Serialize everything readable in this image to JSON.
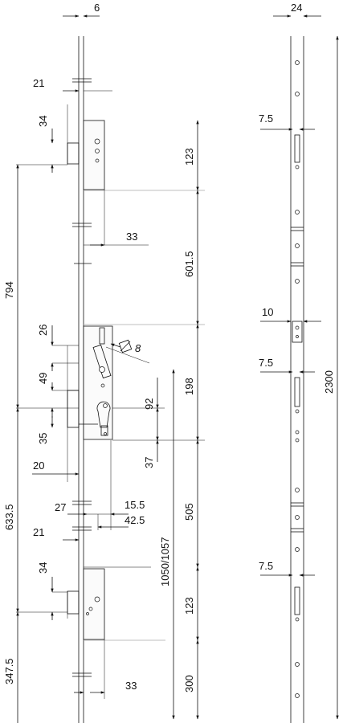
{
  "diagram": {
    "front_view": {
      "dims": {
        "bar_width": "6",
        "offset_21_top": "21",
        "h34_top": "34",
        "h123_top": "123",
        "w33_top": "33",
        "h601_5": "601.5",
        "h794": "794",
        "h26": "26",
        "square_8": "8",
        "h49": "49",
        "h92": "92",
        "h198": "198",
        "h35": "35",
        "w20": "20",
        "h37": "37",
        "w27": "27",
        "w15_5": "15.5",
        "w42_5": "42.5",
        "h505": "505",
        "h633_5": "633.5",
        "offset_21_bottom": "21",
        "h1050_1057": "1050/1057",
        "h34_bottom": "34",
        "h123_bottom": "123",
        "h347_5": "347.5",
        "h300": "300",
        "w33_bottom": "33"
      }
    },
    "side_view": {
      "dims": {
        "width24": "24",
        "height2300": "2300",
        "w7_5_a": "7.5",
        "w10": "10",
        "w7_5_b": "7.5",
        "w7_5_c": "7.5"
      }
    }
  }
}
